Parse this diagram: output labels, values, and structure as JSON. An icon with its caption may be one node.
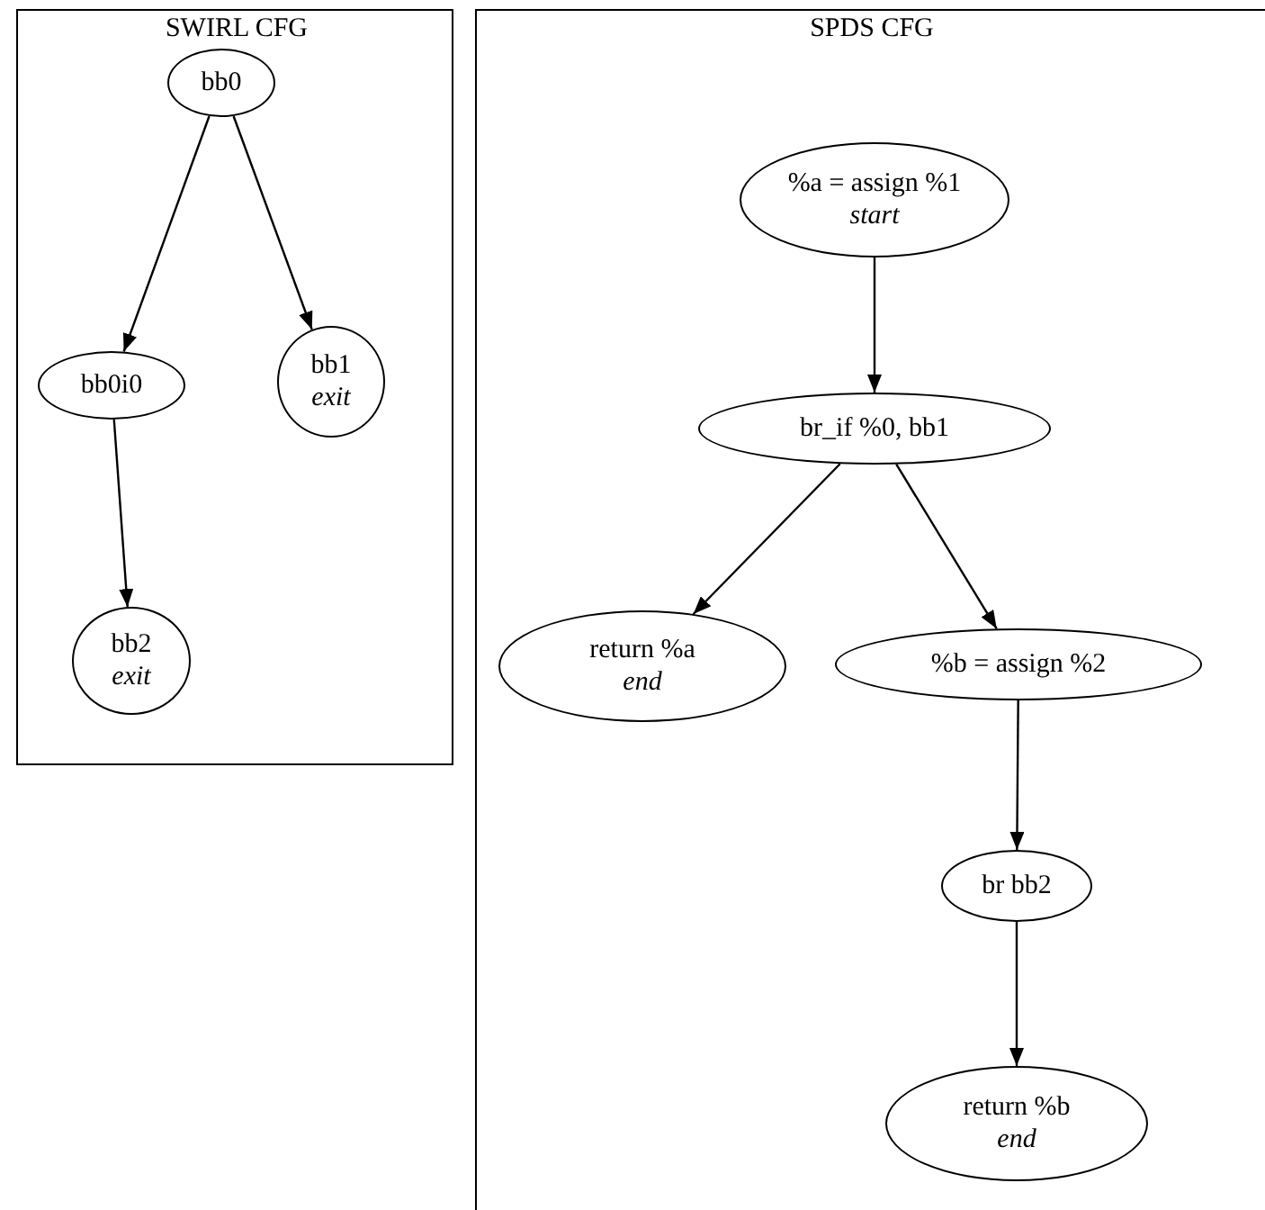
{
  "diagram": {
    "nodes": [
      {
        "text": [
          "SWIRL CFG"
        ]
      },
      {
        "text": [
          "bb0"
        ],
        "in": 0
      },
      {
        "text": [
          "bb0i0"
        ],
        "in": 0
      },
      {
        "text": [
          "bb1",
          "exit"
        ],
        "in": 0
      },
      {
        "text": [
          "bb2",
          "exit"
        ],
        "in": 0
      },
      {
        "text": [
          "SPDS CFG"
        ]
      },
      {
        "text": [
          "%a = assign %1",
          "start"
        ],
        "in": 5
      },
      {
        "text": [
          "br_if %0, bb1"
        ],
        "in": 5
      },
      {
        "text": [
          "return %a",
          "end"
        ],
        "in": 5
      },
      {
        "text": [
          "%b = assign %2"
        ],
        "in": 5
      },
      {
        "text": [
          "br bb2"
        ],
        "in": 5
      },
      {
        "text": [
          "return %b",
          "end"
        ],
        "in": 5
      }
    ],
    "edges": [
      {
        "from": 1,
        "to": 2,
        "arrow": "to"
      },
      {
        "from": 1,
        "to": 3,
        "arrow": "to"
      },
      {
        "from": 2,
        "to": 4,
        "arrow": "to"
      },
      {
        "from": 6,
        "to": 7,
        "arrow": "to"
      },
      {
        "from": 7,
        "to": 8,
        "arrow": "to"
      },
      {
        "from": 7,
        "to": 9,
        "arrow": "to"
      },
      {
        "from": 9,
        "to": 10,
        "arrow": "to"
      },
      {
        "from": 10,
        "to": 11,
        "arrow": "to"
      }
    ]
  }
}
